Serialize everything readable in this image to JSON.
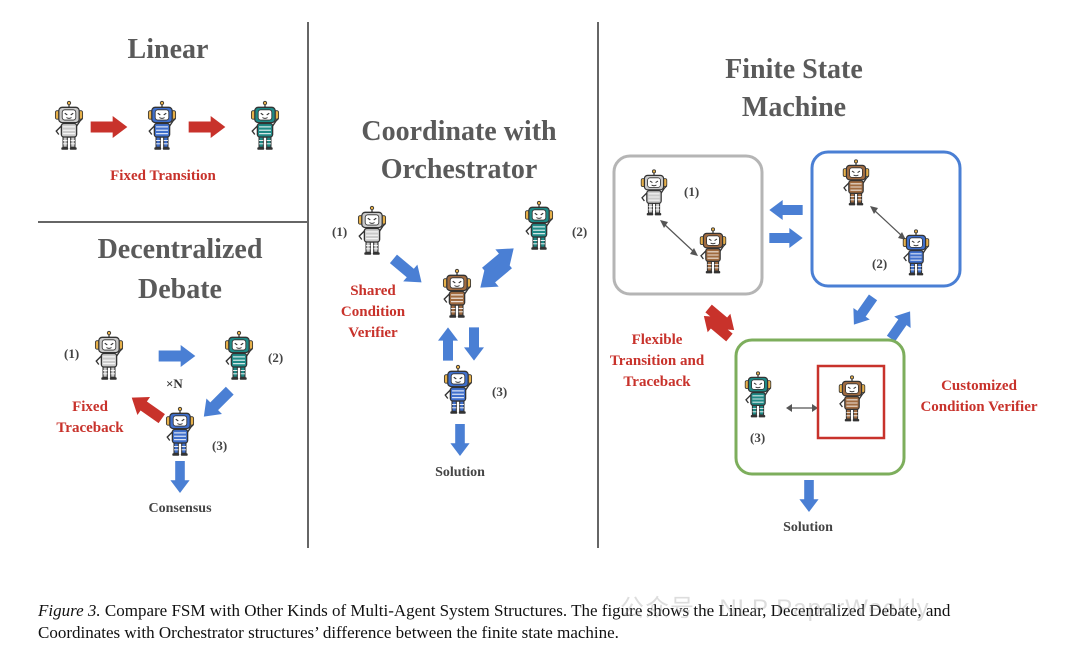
{
  "colors": {
    "arrow_blue": "#4a7fd4",
    "arrow_red": "#c8322b",
    "label_red": "#c8322b",
    "title_gray": "#5a5a5a",
    "box_gray": "#b5b5b5",
    "box_blue": "#4a7fd4",
    "box_green": "#7dae5c",
    "verifier_red": "#c8322b"
  },
  "panels": {
    "linear": {
      "title": "Linear",
      "label": "Fixed Transition"
    },
    "debate": {
      "title_line1": "Decentralized",
      "title_line2": "Debate",
      "agent1": "(1)",
      "agent2": "(2)",
      "agent3": "(3)",
      "repeat": "×N",
      "traceback_line1": "Fixed",
      "traceback_line2": "Traceback",
      "result": "Consensus"
    },
    "orchestrator": {
      "title_line1": "Coordinate with",
      "title_line2": "Orchestrator",
      "agent1": "(1)",
      "agent2": "(2)",
      "agent3": "(3)",
      "verifier_line1": "Shared",
      "verifier_line2": "Condition",
      "verifier_line3": "Verifier",
      "result": "Solution"
    },
    "fsm": {
      "title_line1": "Finite State",
      "title_line2": "Machine",
      "agent1": "(1)",
      "agent2": "(2)",
      "agent3": "(3)",
      "transition_line1": "Flexible",
      "transition_line2": "Transition and",
      "transition_line3": "Traceback",
      "verifier_line1": "Customized",
      "verifier_line2": "Condition Verifier",
      "result": "Solution"
    }
  },
  "caption": {
    "figure_label": "Figure 3.",
    "text_line1": " Compare FSM with Other Kinds of Multi-Agent System Structures. The figure shows the Linear, Decentralized Debate, and",
    "text_line2": "Coordinates with Orchestrator structures’ difference between the finite state machine."
  },
  "watermark": "公众号 · NLP PaperWeekly"
}
